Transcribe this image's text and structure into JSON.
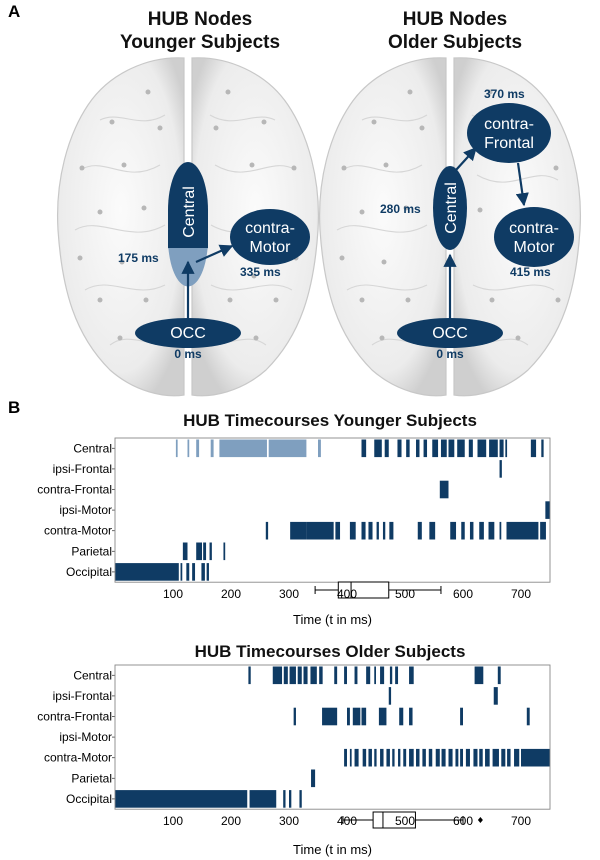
{
  "panel_a": {
    "letter": "A",
    "left": {
      "title_line1": "HUB Nodes",
      "title_line2": "Younger Subjects",
      "nodes": {
        "central": "Central",
        "motor_line1": "contra-",
        "motor_line2": "Motor",
        "occ": "OCC"
      },
      "times": {
        "central": "175 ms",
        "motor": "335 ms",
        "occ": "0 ms"
      }
    },
    "right": {
      "title_line1": "HUB Nodes",
      "title_line2": "Older Subjects",
      "nodes": {
        "central": "Central",
        "frontal_line1": "contra-",
        "frontal_line2": "Frontal",
        "motor_line1": "contra-",
        "motor_line2": "Motor",
        "occ": "OCC"
      },
      "times": {
        "central": "280 ms",
        "frontal": "370 ms",
        "motor": "415 ms",
        "occ": "0 ms"
      }
    }
  },
  "panel_b": {
    "letter": "B"
  },
  "colors": {
    "dark": "#0f3b64",
    "light": "#7f9fbf"
  },
  "chart_data": [
    {
      "type": "timeline",
      "title": "HUB Timecourses Younger Subjects",
      "xlabel": "Time (t in ms)",
      "xlim": [
        0,
        750
      ],
      "xticks": [
        100,
        200,
        300,
        400,
        500,
        600,
        700
      ],
      "rows": [
        "Central",
        "ipsi-Frontal",
        "contra-Frontal",
        "ipsi-Motor",
        "contra-Motor",
        "Parietal",
        "Occipital"
      ],
      "events": {
        "Central": [
          [
            105,
            108,
            "light"
          ],
          [
            125,
            128,
            "light"
          ],
          [
            140,
            145,
            "light"
          ],
          [
            165,
            170,
            "light"
          ],
          [
            180,
            200,
            "light"
          ],
          [
            200,
            262,
            "light"
          ],
          [
            265,
            330,
            "light"
          ],
          [
            350,
            355,
            "light"
          ],
          [
            425,
            433,
            "dark"
          ],
          [
            447,
            460,
            "dark"
          ],
          [
            465,
            472,
            "dark"
          ],
          [
            487,
            494,
            "dark"
          ],
          [
            502,
            508,
            "dark"
          ],
          [
            519,
            525,
            "dark"
          ],
          [
            532,
            538,
            "dark"
          ],
          [
            547,
            557,
            "dark"
          ],
          [
            562,
            572,
            "dark"
          ],
          [
            575,
            585,
            "dark"
          ],
          [
            590,
            603,
            "dark"
          ],
          [
            610,
            617,
            "dark"
          ],
          [
            625,
            640,
            "dark"
          ],
          [
            645,
            660,
            "dark"
          ],
          [
            663,
            670,
            "dark"
          ],
          [
            673,
            676,
            "dark"
          ],
          [
            717,
            726,
            "dark"
          ],
          [
            735,
            739,
            "dark"
          ]
        ],
        "ipsi-Frontal": [
          [
            663,
            667,
            "dark"
          ]
        ],
        "contra-Frontal": [
          [
            560,
            575,
            "dark"
          ]
        ],
        "ipsi-Motor": [
          [
            742,
            750,
            "dark"
          ]
        ],
        "contra-Motor": [
          [
            260,
            264,
            "dark"
          ],
          [
            302,
            330,
            "dark"
          ],
          [
            330,
            377,
            "dark"
          ],
          [
            380,
            388,
            "dark"
          ],
          [
            405,
            415,
            "dark"
          ],
          [
            425,
            432,
            "dark"
          ],
          [
            437,
            444,
            "dark"
          ],
          [
            451,
            455,
            "dark"
          ],
          [
            462,
            466,
            "dark"
          ],
          [
            473,
            480,
            "dark"
          ],
          [
            522,
            529,
            "dark"
          ],
          [
            542,
            552,
            "dark"
          ],
          [
            578,
            588,
            "dark"
          ],
          [
            597,
            603,
            "dark"
          ],
          [
            612,
            618,
            "dark"
          ],
          [
            628,
            636,
            "dark"
          ],
          [
            644,
            654,
            "dark"
          ],
          [
            663,
            666,
            "dark"
          ],
          [
            675,
            730,
            "dark"
          ],
          [
            733,
            743,
            "dark"
          ]
        ],
        "Parietal": [
          [
            117,
            125,
            "dark"
          ],
          [
            140,
            150,
            "dark"
          ],
          [
            152,
            157,
            "dark"
          ],
          [
            163,
            167,
            "dark"
          ],
          [
            187,
            190,
            "dark"
          ]
        ],
        "Occipital": [
          [
            0,
            110,
            "dark"
          ],
          [
            113,
            116,
            "dark"
          ],
          [
            123,
            128,
            "dark"
          ],
          [
            133,
            138,
            "dark"
          ],
          [
            149,
            155,
            "dark"
          ],
          [
            158,
            162,
            "dark"
          ]
        ]
      },
      "boxplot": {
        "whisker_low": 345,
        "q1": 385,
        "median": 407,
        "q3": 472,
        "whisker_high": 562,
        "outliers": []
      }
    },
    {
      "type": "timeline",
      "title": "HUB Timecourses Older Subjects",
      "xlabel": "Time (t in ms)",
      "xlim": [
        0,
        750
      ],
      "xticks": [
        100,
        200,
        300,
        400,
        500,
        600,
        700
      ],
      "rows": [
        "Central",
        "ipsi-Frontal",
        "contra-Frontal",
        "ipsi-Motor",
        "contra-Motor",
        "Parietal",
        "Occipital"
      ],
      "events": {
        "Central": [
          [
            230,
            234,
            "dark"
          ],
          [
            272,
            288,
            "dark"
          ],
          [
            291,
            298,
            "dark"
          ],
          [
            301,
            312,
            "dark"
          ],
          [
            315,
            322,
            "dark"
          ],
          [
            325,
            332,
            "dark"
          ],
          [
            337,
            348,
            "dark"
          ],
          [
            352,
            358,
            "dark"
          ],
          [
            378,
            383,
            "dark"
          ],
          [
            395,
            400,
            "dark"
          ],
          [
            413,
            418,
            "dark"
          ],
          [
            433,
            440,
            "dark"
          ],
          [
            447,
            450,
            "dark"
          ],
          [
            457,
            464,
            "dark"
          ],
          [
            474,
            478,
            "dark"
          ],
          [
            483,
            488,
            "dark"
          ],
          [
            507,
            515,
            "dark"
          ],
          [
            620,
            635,
            "dark"
          ],
          [
            660,
            665,
            "dark"
          ]
        ],
        "ipsi-Frontal": [
          [
            472,
            476,
            "dark"
          ],
          [
            653,
            660,
            "dark"
          ]
        ],
        "contra-Frontal": [
          [
            308,
            312,
            "dark"
          ],
          [
            357,
            383,
            "dark"
          ],
          [
            400,
            405,
            "dark"
          ],
          [
            410,
            423,
            "dark"
          ],
          [
            425,
            433,
            "dark"
          ],
          [
            455,
            468,
            "dark"
          ],
          [
            490,
            497,
            "dark"
          ],
          [
            507,
            513,
            "dark"
          ],
          [
            595,
            600,
            "dark"
          ],
          [
            710,
            715,
            "dark"
          ]
        ],
        "ipsi-Motor": [],
        "contra-Motor": [
          [
            395,
            400,
            "dark"
          ],
          [
            405,
            408,
            "dark"
          ],
          [
            413,
            420,
            "dark"
          ],
          [
            427,
            433,
            "dark"
          ],
          [
            437,
            443,
            "dark"
          ],
          [
            447,
            451,
            "dark"
          ],
          [
            457,
            463,
            "dark"
          ],
          [
            468,
            474,
            "dark"
          ],
          [
            478,
            482,
            "dark"
          ],
          [
            488,
            492,
            "dark"
          ],
          [
            497,
            502,
            "dark"
          ],
          [
            507,
            515,
            "dark"
          ],
          [
            519,
            525,
            "dark"
          ],
          [
            530,
            536,
            "dark"
          ],
          [
            541,
            547,
            "dark"
          ],
          [
            553,
            560,
            "dark"
          ],
          [
            563,
            570,
            "dark"
          ],
          [
            575,
            582,
            "dark"
          ],
          [
            587,
            592,
            "dark"
          ],
          [
            595,
            600,
            "dark"
          ],
          [
            605,
            612,
            "dark"
          ],
          [
            618,
            625,
            "dark"
          ],
          [
            628,
            634,
            "dark"
          ],
          [
            638,
            646,
            "dark"
          ],
          [
            651,
            662,
            "dark"
          ],
          [
            666,
            673,
            "dark"
          ],
          [
            676,
            682,
            "dark"
          ],
          [
            688,
            697,
            "dark"
          ],
          [
            700,
            750,
            "dark"
          ]
        ],
        "Parietal": [
          [
            338,
            345,
            "dark"
          ]
        ],
        "Occipital": [
          [
            0,
            228,
            "dark"
          ],
          [
            232,
            278,
            "dark"
          ],
          [
            290,
            294,
            "dark"
          ],
          [
            300,
            304,
            "dark"
          ],
          [
            318,
            322,
            "dark"
          ]
        ]
      },
      "boxplot": {
        "whisker_low": 393,
        "q1": 445,
        "median": 462,
        "q3": 518,
        "whisker_high": 600,
        "outliers": [
          630
        ]
      }
    }
  ]
}
